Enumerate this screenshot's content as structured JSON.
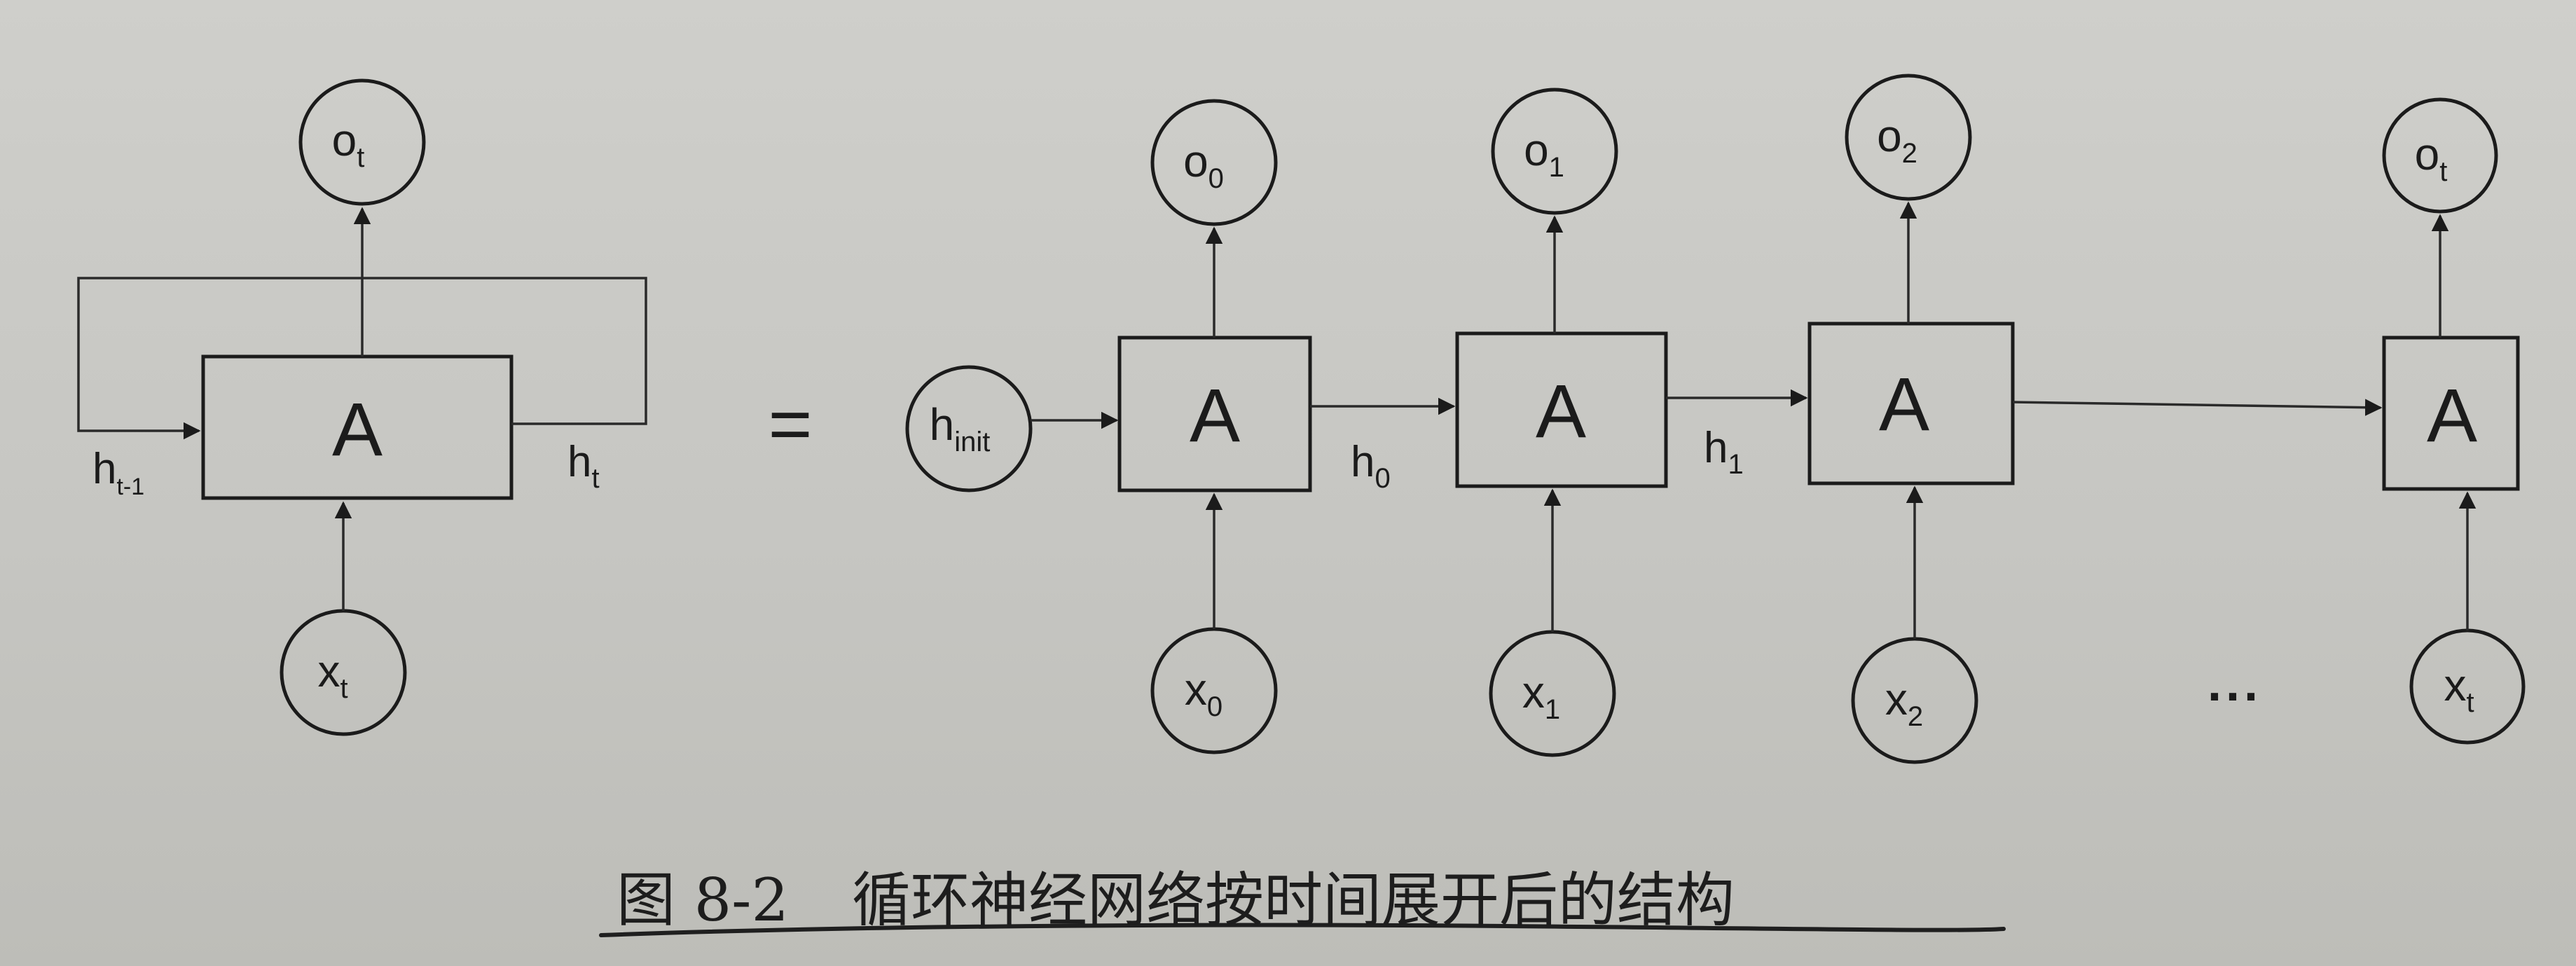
{
  "diagram": {
    "equals": "=",
    "ellipsis": "...",
    "folded": {
      "output": {
        "base": "o",
        "sub": "t"
      },
      "cell": "A",
      "input": {
        "base": "x",
        "sub": "t"
      },
      "hidden_in": {
        "base": "h",
        "sub": "t-1"
      },
      "hidden_out": {
        "base": "h",
        "sub": "t"
      }
    },
    "unrolled": {
      "init": {
        "base": "h",
        "sub": "init"
      },
      "steps": [
        {
          "cell": "A",
          "output": {
            "base": "o",
            "sub": "0"
          },
          "input": {
            "base": "x",
            "sub": "0"
          },
          "hidden": {
            "base": "h",
            "sub": "0"
          }
        },
        {
          "cell": "A",
          "output": {
            "base": "o",
            "sub": "1"
          },
          "input": {
            "base": "x",
            "sub": "1"
          },
          "hidden": {
            "base": "h",
            "sub": "1"
          }
        },
        {
          "cell": "A",
          "output": {
            "base": "o",
            "sub": "2"
          },
          "input": {
            "base": "x",
            "sub": "2"
          }
        },
        {
          "cell": "A",
          "output": {
            "base": "o",
            "sub": "t"
          },
          "input": {
            "base": "x",
            "sub": "t"
          }
        }
      ]
    }
  },
  "caption": {
    "number": "图 8-2",
    "text": "循环神经网络按时间展开后的结构"
  }
}
